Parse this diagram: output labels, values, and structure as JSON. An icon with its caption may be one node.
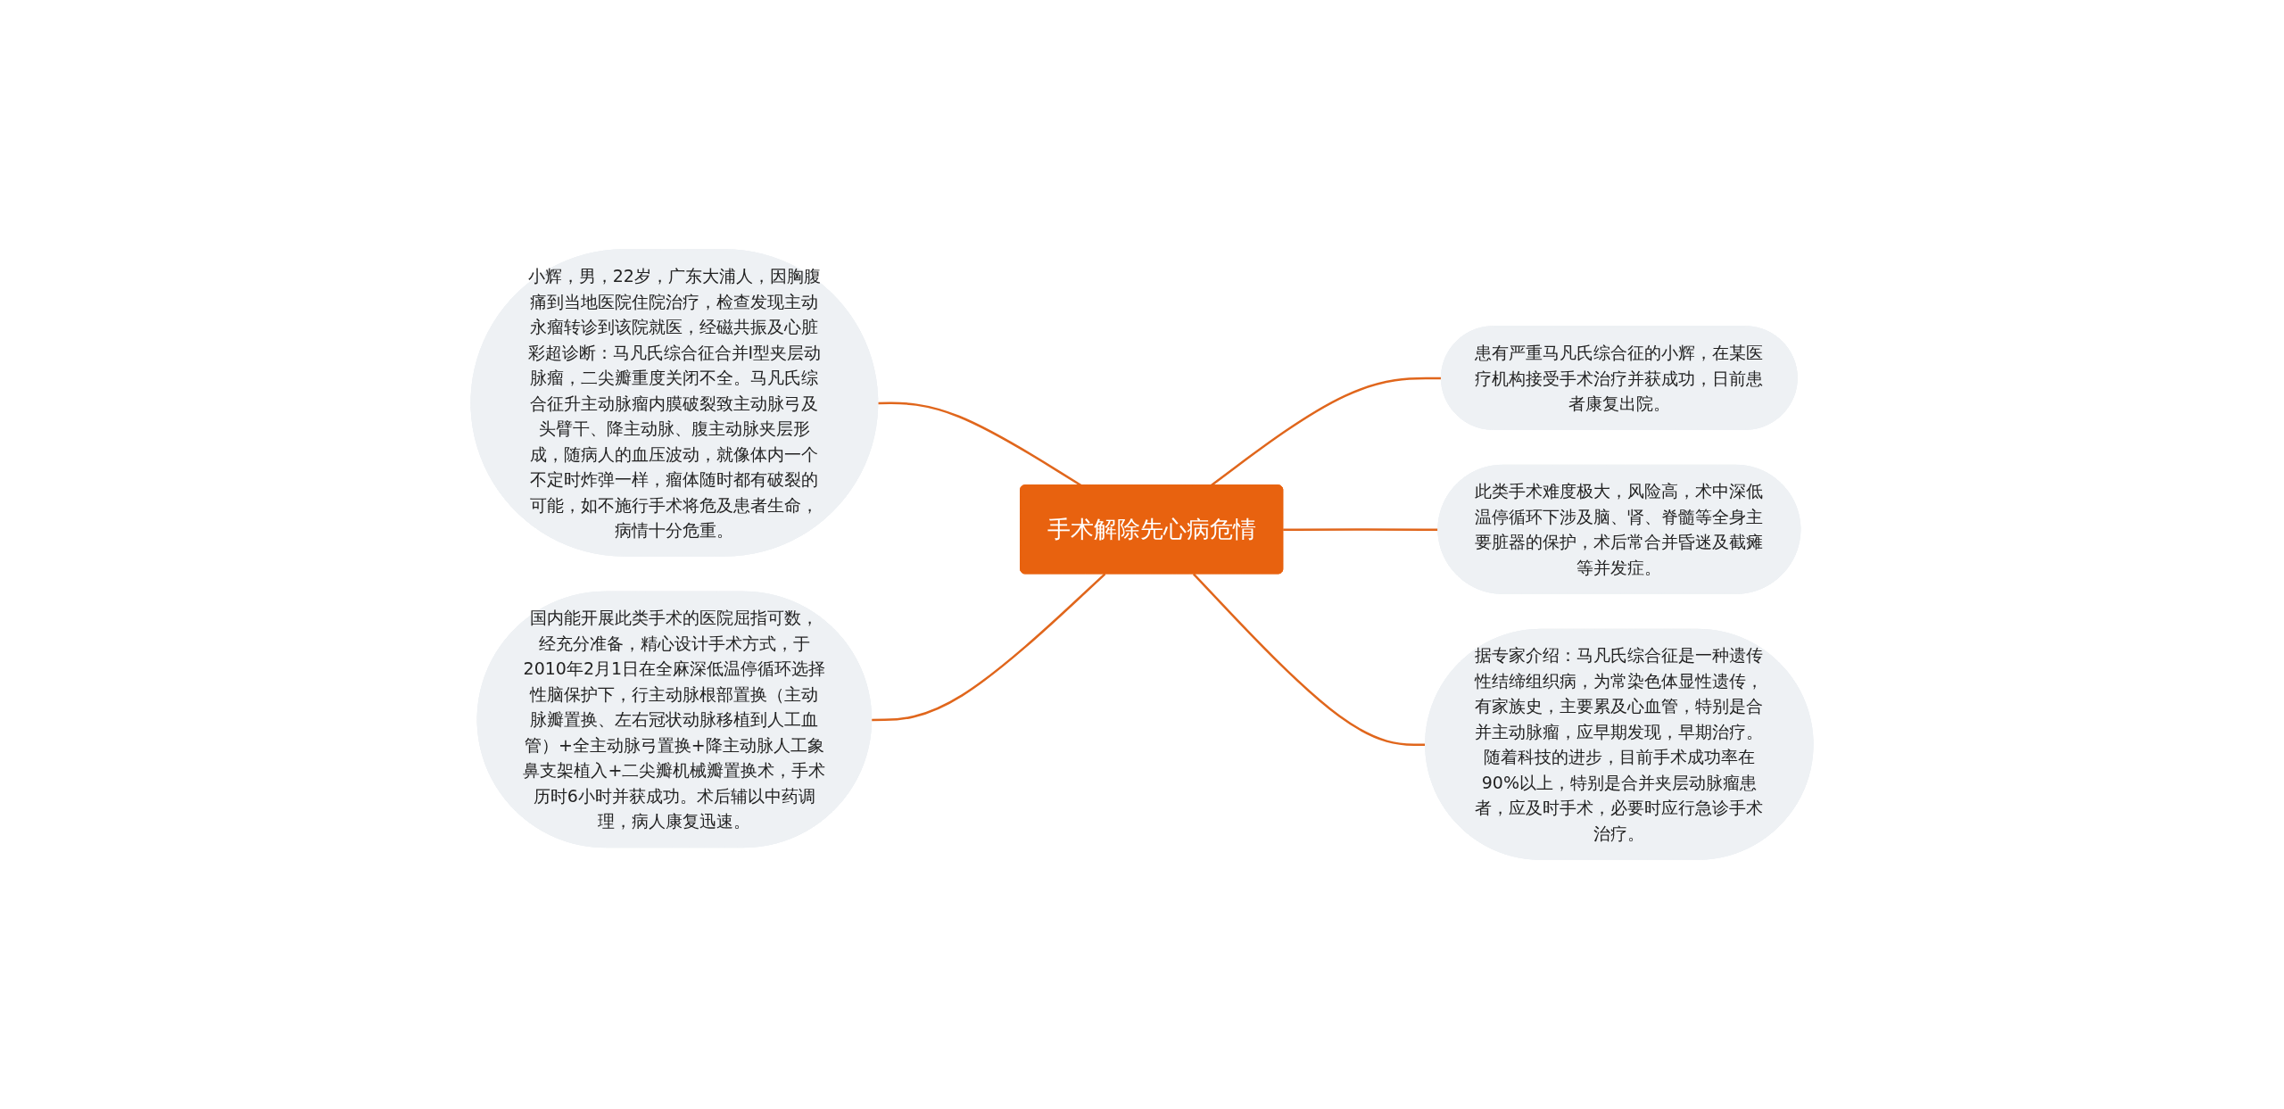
{
  "diagram": {
    "nodes": [
      {
        "text": [
          "手术解除先心病危情"
        ]
      },
      {
        "text": [
          "小辉，男，22岁，广东大浦人，因胸腹痛到当地医院住院治疗，检查发现主动永瘤转诊到该院就医，经磁共振及心脏彩超诊断：马凡氏综合征合并I型夹层动脉瘤，二尖瓣重度关闭不全。马凡氏综合征升主动脉瘤内膜破裂致主动脉弓及头臂干、降主动脉、腹主动脉夹层形成，随病人的血压波动，就像体内一个不定时炸弹一样，瘤体随时都有破裂的可能，如不施行手术将危及患者生命，病情十分危重。"
        ]
      },
      {
        "text": [
          "国内能开展此类手术的医院屈指可数，经充分准备，精心设计手术方式，于2010年2月1日在全麻深低温停循环选择性脑保护下，行主动脉根部置换（主动脉瓣置换、左右冠状动脉移植到人工血管）+全主动脉弓置换+降主动脉人工象鼻支架植入+二尖瓣机械瓣置换术，手术历时6小时并获成功。术后辅以中药调理，病人康复迅速。"
        ]
      },
      {
        "text": [
          "患有严重马凡氏综合征的小辉，在某医疗机构接受手术治疗并获成功，日前患者康复出院。"
        ]
      },
      {
        "text": [
          "此类手术难度极大，风险高，术中深低温停循环下涉及脑、肾、脊髓等全身主要脏器的保护，术后常合并昏迷及截瘫等并发症。"
        ]
      },
      {
        "text": [
          "据专家介绍：马凡氏综合征是一种遗传性结缔组织病，为常染色体显性遗传，有家族史，主要累及心血管，特别是合并主动脉瘤，应早期发现，早期治疗。随着科技的进步，目前手术成功率在90%以上，特别是合并夹层动脉瘤患者，应及时手术，必要时应行急诊手术治疗。"
        ]
      }
    ],
    "edges": [
      {
        "from": 0,
        "to": 1,
        "arrow": "none"
      },
      {
        "from": 0,
        "to": 2,
        "arrow": "none"
      },
      {
        "from": 0,
        "to": 3,
        "arrow": "none"
      },
      {
        "from": 0,
        "to": 4,
        "arrow": "none"
      },
      {
        "from": 0,
        "to": 5,
        "arrow": "none"
      }
    ]
  }
}
